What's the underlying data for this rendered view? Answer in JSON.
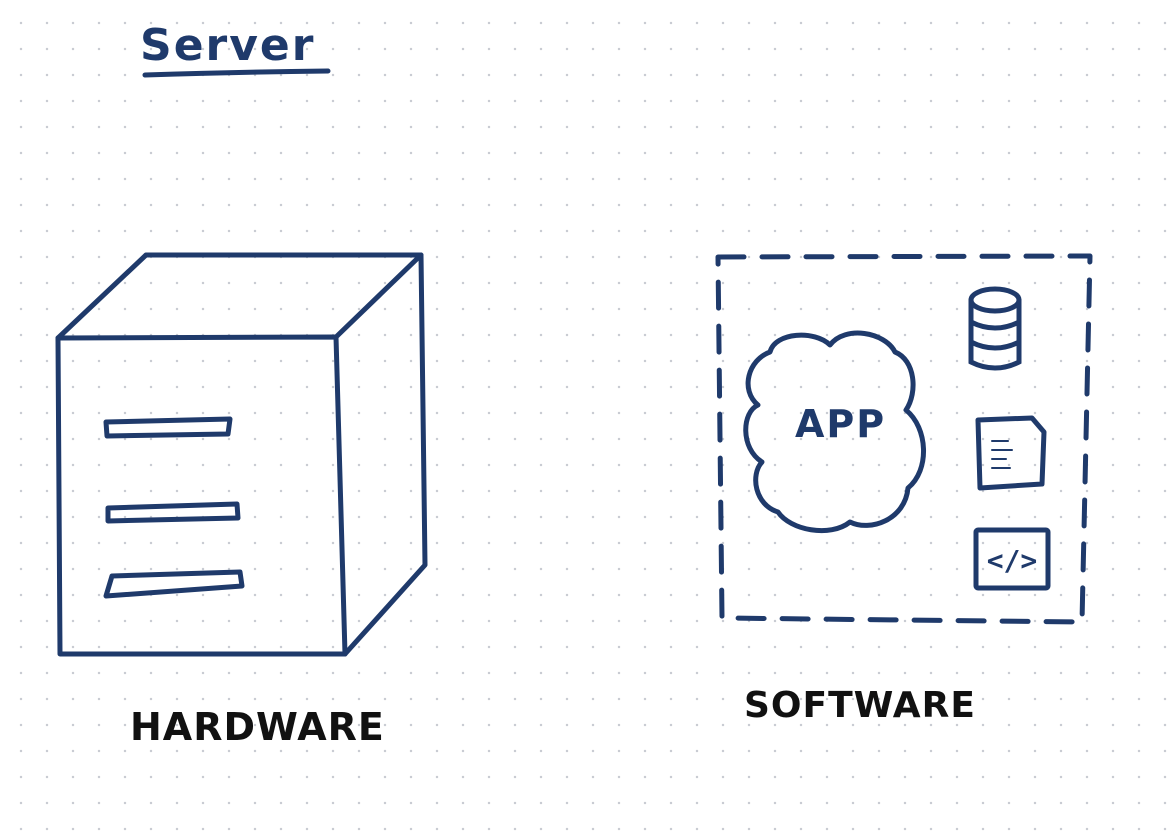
{
  "title": "Server",
  "hardware": {
    "label": "HARDWARE"
  },
  "software": {
    "label": "SOFTWARE",
    "app_label": "APP",
    "icons": [
      "database-icon",
      "document-icon",
      "code-icon"
    ],
    "code_glyph": "</>"
  },
  "colors": {
    "ink": "#1f3a6b",
    "label_ink": "#111111",
    "grid_dots": "#c9ccd3"
  }
}
